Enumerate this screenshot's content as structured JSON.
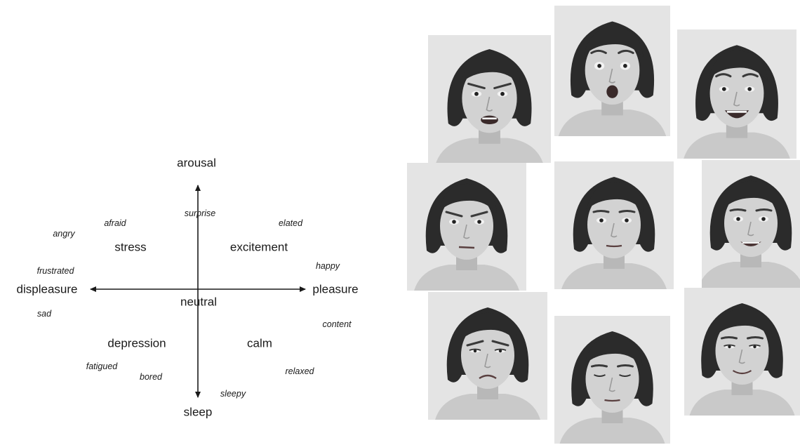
{
  "diagram": {
    "poles": {
      "top": "arousal",
      "bottom": "sleep",
      "left": "displeasure",
      "right": "pleasure",
      "center": "neutral"
    },
    "quadrants": {
      "top_left": "stress",
      "top_right": "excitement",
      "bottom_left": "depression",
      "bottom_right": "calm"
    },
    "emotions": {
      "surprise": "surprise",
      "elated": "elated",
      "happy": "happy",
      "content": "content",
      "relaxed": "relaxed",
      "sleepy": "sleepy",
      "bored": "bored",
      "fatigued": "fatigued",
      "sad": "sad",
      "frustrated": "frustrated",
      "angry": "angry",
      "afraid": "afraid"
    }
  },
  "faces": [
    {
      "brow": "frown",
      "eyes": "open",
      "mouth": "grimace"
    },
    {
      "brow": "raised",
      "eyes": "wide",
      "mouth": "o"
    },
    {
      "brow": "raised",
      "eyes": "open",
      "mouth": "grin"
    },
    {
      "brow": "frown",
      "eyes": "open",
      "mouth": "tight"
    },
    {
      "brow": "flat",
      "eyes": "open",
      "mouth": "neutral"
    },
    {
      "brow": "flat",
      "eyes": "open",
      "mouth": "smile"
    },
    {
      "brow": "sad",
      "eyes": "half",
      "mouth": "down"
    },
    {
      "brow": "flat",
      "eyes": "closed",
      "mouth": "neutral"
    },
    {
      "brow": "flat",
      "eyes": "half",
      "mouth": "soft-smile"
    }
  ]
}
